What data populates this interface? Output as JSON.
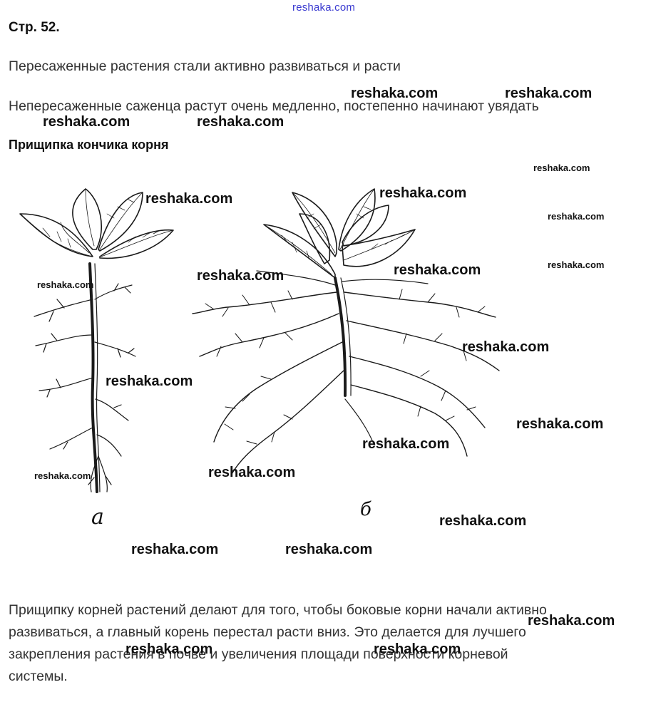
{
  "header": {
    "watermark_top": "reshaka.com",
    "page_label": "Стр. 52."
  },
  "content": {
    "line1": "Пересаженные растения стали активно развиваться и расти",
    "line2": "Непересаженные саженца растут очень медленно, постепенно начинают увядать",
    "heading": "Прищипка кончика корня",
    "figure": {
      "caption_a": "а",
      "caption_b": "б"
    },
    "paragraph_lines": [
      "Прищипку корней растений делают для того, чтобы боковые корни начали активно",
      "развиваться, а главный корень перестал расти вниз. Это делается для лучшего",
      "закрепления растения в почве и увеличения площади поверхности корневой",
      "системы."
    ]
  },
  "watermark": "reshaka.com",
  "colors": {
    "text": "#333333",
    "heading": "#111111",
    "watermark_top": "#3a3ad0",
    "drawing": "#1a1a1a"
  }
}
